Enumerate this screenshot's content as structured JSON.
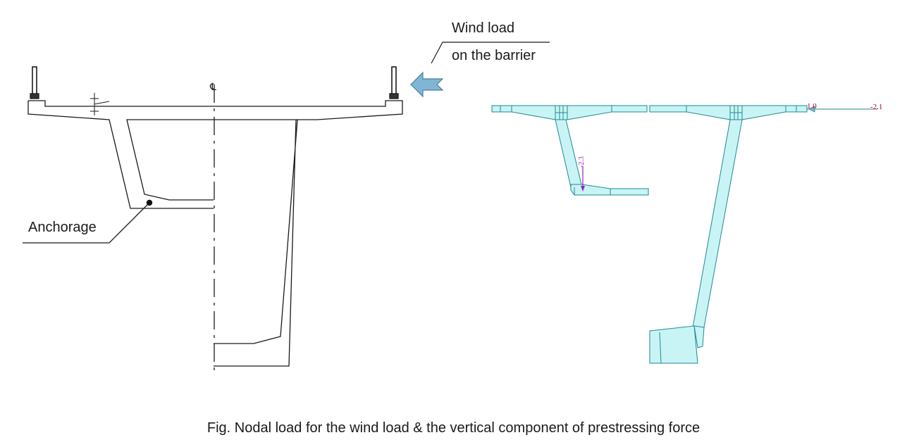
{
  "labels": {
    "wind_load_line1": "Wind load",
    "wind_load_line2": "on the barrier",
    "anchorage": "Anchorage",
    "centerline_symbol": "℄",
    "caption": "Fig. Nodal load for the wind load & the vertical component of prestressing force"
  },
  "model_values": {
    "horizontal_load_near": "1.0",
    "horizontal_load_far": "-2.1",
    "vertical_prestress_load": "-2.3"
  },
  "colors": {
    "line": "#1a1a1a",
    "wind_arrow_fill": "#7fb6d6",
    "member_fill": "#c8f4f6",
    "member_stroke": "#1e8a8f",
    "load_text": "#b00020",
    "prestress_arrow": "#a020c0"
  }
}
